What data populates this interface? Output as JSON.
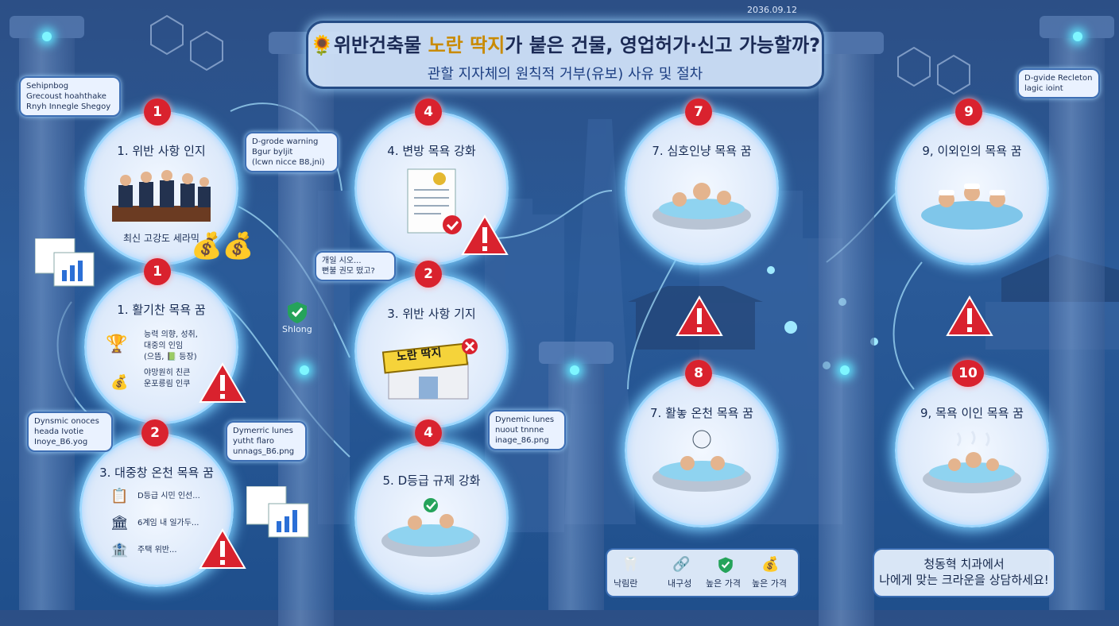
{
  "date": "2036.09.12",
  "title": {
    "emoji": "🌻",
    "part1": "위반건축물 ",
    "highlight": "노란 딱지",
    "part2": "가 붙은 건물, 영업허가·신고 가능할까?",
    "subtitle": "관할 지자체의 원칙적 거부(유보) 사유 및 절차"
  },
  "steps": [
    {
      "num": "1",
      "label": "1. 위반 사항 인지",
      "caption": "최신 고강도 세라믹"
    },
    {
      "num": "1",
      "label": "1. 활기찬 목욕 꿈",
      "lines": [
        "능력 의향, 성취,",
        "대중의 인임",
        "(으뜸, 📗 등장)",
        "야망원히 친큰",
        "운포릉림 인쿠"
      ]
    },
    {
      "num": "2",
      "label": "3. 대중창 온천 목욕 꿈",
      "lines": [
        "D등급 시민 인선...",
        "6계임 내 일가두...",
        "주택 위반..."
      ]
    },
    {
      "num": "4",
      "label": "4. 변방 목욕 강화"
    },
    {
      "num": "2",
      "label": "3. 위반 사항 기지",
      "sign": "노란 딱지"
    },
    {
      "num": "4",
      "label": "5. D등급 규제 강화"
    },
    {
      "num": "7",
      "label": "7. 심호인냥 목욕 꿈"
    },
    {
      "num": "8",
      "label": "7. 활놓 온천 목욕 꿈"
    },
    {
      "num": "9",
      "label": "9, 이외인의 목욕 꿈"
    },
    {
      "num": "10",
      "label": "9, 목욕 이인 목욕 꿈"
    }
  ],
  "bubbles": {
    "b1": [
      "Sehipnbog",
      "Grecoust hoahthake",
      "Rnyh Innegle Shegoy"
    ],
    "b2": [
      "D-grode warning",
      "Bgur byljit",
      "(lcwn nicce B8,jni)"
    ],
    "b3": [
      "개일 시오...",
      "뻔불 권모 떴고?"
    ],
    "b4": [
      "Dynsmic onoces",
      "heada Ivotie",
      "Inoye_B6.yog"
    ],
    "b5": [
      "Dymerric lunes",
      "yutht flaro",
      "unnags_B6.png"
    ],
    "b6": [
      "Dynemic lunes",
      "nuout tnnne",
      "inage_86.png"
    ],
    "b7": [
      "D-gvide Recleton",
      "lagic ioint"
    ],
    "shield": "Shlong"
  },
  "footer": {
    "items": [
      "낙림란",
      "내구성",
      "높은 가격",
      "높은 가격"
    ]
  },
  "cta": {
    "line1": "청동혁 치과에서",
    "line2": "나에게 맞는 크라운을 상담하세요!"
  },
  "colors": {
    "warning": "#d9222e",
    "glow": "#7cd0ff",
    "highlight": "#c98a00"
  }
}
